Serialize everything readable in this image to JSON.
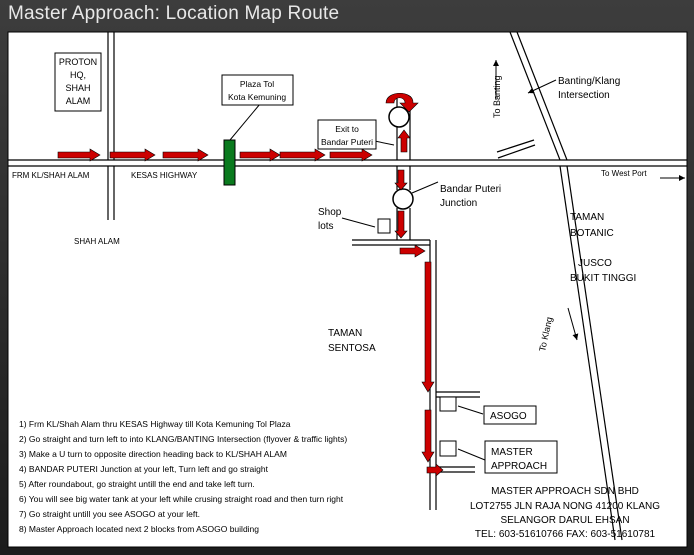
{
  "title": "Master Approach: Location Map Route",
  "labels": {
    "proton": [
      "PROTON",
      "HQ,",
      "SHAH",
      "ALAM"
    ],
    "plaza": [
      "Plaza Tol",
      "Kota Kemuning"
    ],
    "exit": [
      "Exit to",
      "Bandar Puteri"
    ],
    "to_banting": "To Banting",
    "banting_klang": [
      "Banting/Klang",
      "Intersection"
    ],
    "frm_kl": "FRM KL/SHAH ALAM",
    "kesas": "KESAS HIGHWAY",
    "to_west_port": "To West Port",
    "bandar_puteri": [
      "Bandar Puteri",
      "Junction"
    ],
    "shop_lots": [
      "Shop",
      "lots"
    ],
    "shah_alam": "SHAH ALAM",
    "taman_botanic": [
      "TAMAN",
      "BOTANIC"
    ],
    "jusco": [
      "JUSCO",
      "BUKIT TINGGI"
    ],
    "to_klang": "To Klang",
    "taman_sentosa": [
      "TAMAN",
      "SENTOSA"
    ],
    "asogo": "ASOGO",
    "master_approach": [
      "MASTER",
      "APPROACH"
    ]
  },
  "directions": [
    "1) Frm KL/Shah Alam thru KESAS Highway till Kota Kemuning Tol Plaza",
    "2) Go straight and turn left to into KLANG/BANTING Intersection (flyover & traffic lights)",
    "3) Make a U turn to opposite direction heading back to KL/SHAH ALAM",
    "4) BANDAR PUTERI Junction at your left, Turn left and go straight",
    "5) After roundabout, go straight untill the end and take left turn.",
    "6) You will see big water tank at your left while crusing straight road and then turn right",
    "7) Go straight untill you see ASOGO at your left.",
    "8) Master Approach located next 2 blocks from ASOGO building"
  ],
  "company": [
    "MASTER APPROACH SDN BHD",
    "LOT2755 JLN RAJA NONG 41200 KLANG",
    "SELANGOR DARUL EHSAN",
    "TEL: 603-51610766 FAX: 603-51610781"
  ],
  "colors": {
    "route_arrow": "#cc0000",
    "toll_plaza": "#0a7a1e",
    "map_bg": "#ffffff",
    "frame_bg": "#2a2a2a"
  }
}
